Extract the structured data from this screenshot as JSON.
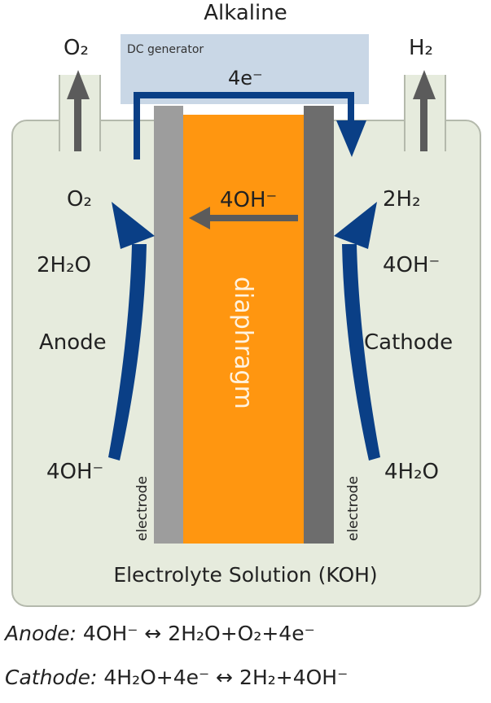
{
  "title": "Alkaline",
  "dc_generator": "DC generator",
  "electron_flow": "4e⁻",
  "outlet_left": "O₂",
  "outlet_right": "H₂",
  "membrane_ion": "4OH⁻",
  "diaphragm": "diaphragm",
  "electrode_left": "electrode",
  "electrode_right": "electrode",
  "electrolyte": "Electrolyte Solution (KOH)",
  "anode": {
    "label": "Anode",
    "top": "O₂",
    "mid": "2H₂O",
    "bottom": "4OH⁻"
  },
  "cathode": {
    "label": "Cathode",
    "top": "2H₂",
    "mid": "4OH⁻",
    "bottom": "4H₂O"
  },
  "equations": {
    "anode_name": "Anode:",
    "anode_reaction": "4OH⁻ ↔ 2H₂O+O₂+4e⁻",
    "cathode_name": "Cathode:",
    "cathode_reaction": "4H₂O+4e⁻ ↔ 2H₂+4OH⁻"
  },
  "colors": {
    "tank": "#e6ebdd",
    "dc_box": "#c9d7e6",
    "diaphragm": "#ff9610",
    "wire": "#0a3f86",
    "electrode_left": "#9d9d9d",
    "electrode_right": "#6d6d6d"
  }
}
